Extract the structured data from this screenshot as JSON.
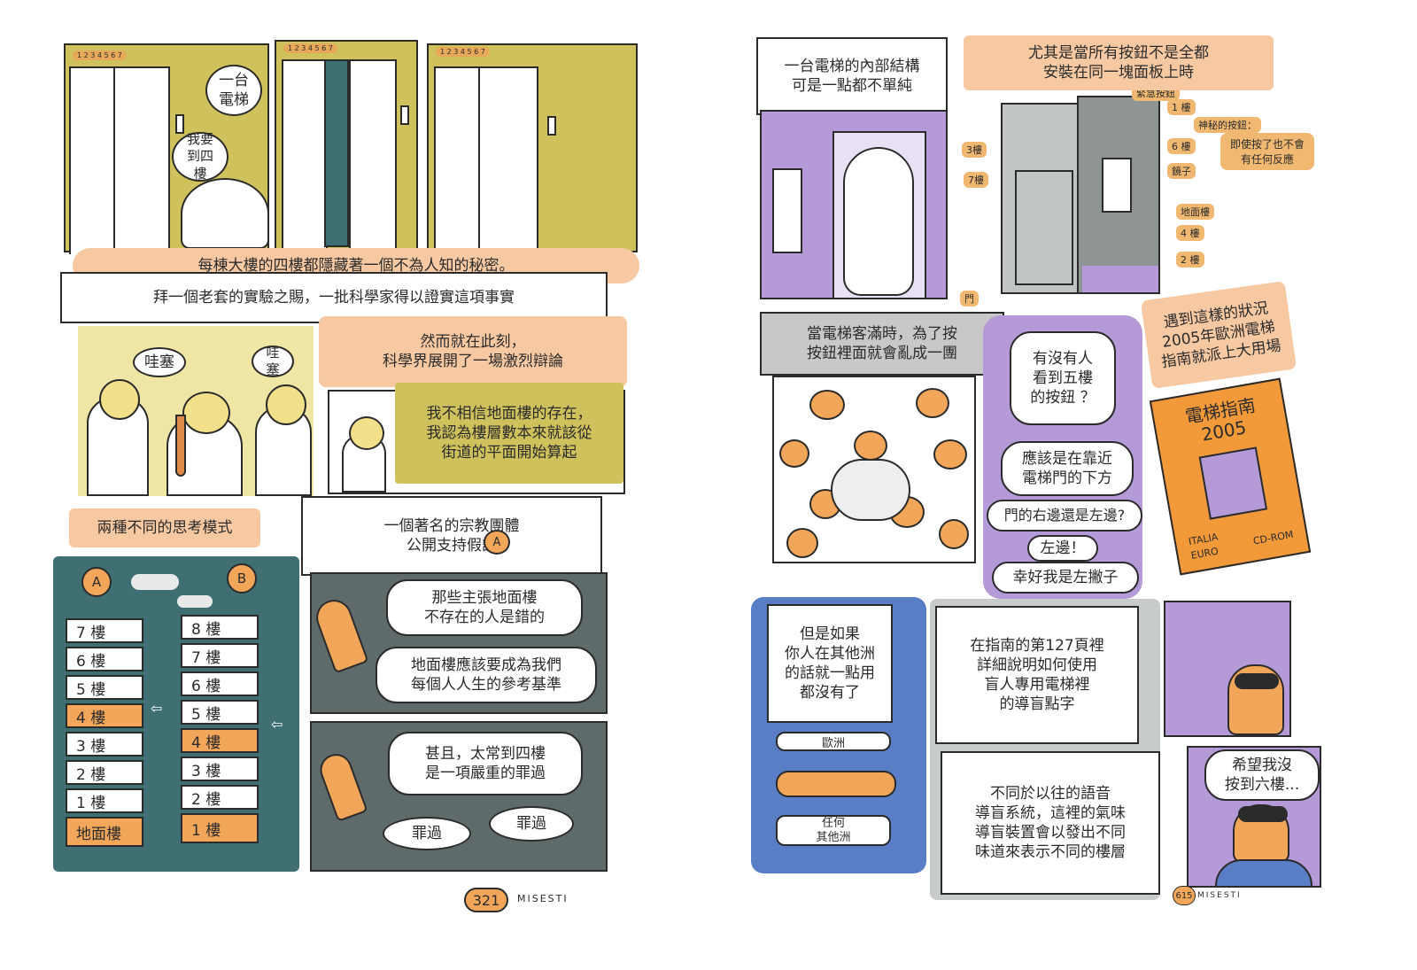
{
  "colors": {
    "olive": "#cfc15c",
    "peach": "#f7c9a3",
    "teal": "#3f6f72",
    "slate": "#5f6b6a",
    "purple": "#b49ad6",
    "blue": "#5a7ec6",
    "orange": "#f2a65a",
    "grey": "#8f9494"
  },
  "left": {
    "p1": {
      "bubble1": "一台\n電梯",
      "bubble2": "我要\n到四樓",
      "indicator1": "1 2 3 4 5 6 7",
      "indicator2": "1 2 3 4 5 6 7",
      "indicator3": "1 2 3 4 5 6 7"
    },
    "caption_secret": "每棟大樓的四樓都隱藏著一個不為人知的秘密。",
    "caption_experiment": "拜一個老套的實驗之賜，一批科學家得以證實這項事實",
    "p2": {
      "bubble1": "哇塞",
      "bubble2": "哇塞"
    },
    "caption_debate": "然而就在此刻，\n科學界展開了一場激烈辯論",
    "caption_disbelief": "我不相信地面樓的存在，\n我認為樓層數本來就該從\n街道的平面開始算起",
    "caption_two_modes": "兩種不同的思考模式",
    "caption_religious": "一個著名的宗教團體\n公開支持假設",
    "hyp_a": "A",
    "hyp_b": "B",
    "col_a_floors": [
      "7 樓",
      "6 樓",
      "5 樓",
      "4 樓",
      "3 樓",
      "2 樓",
      "1 樓",
      "地面樓"
    ],
    "col_b_floors": [
      "8 樓",
      "7 樓",
      "6 樓",
      "5 樓",
      "4 樓",
      "3 樓",
      "2 樓",
      "1 樓"
    ],
    "bubble_wrong": "那些主張地面樓\n不存在的人是錯的",
    "bubble_reference": "地面樓應該要成為我們\n每個人人生的參考基準",
    "bubble_sin": "甚且，太常到四樓\n是一項嚴重的罪過",
    "bubble_sin_a": "罪過",
    "bubble_sin_b": "罪過",
    "page_number": "321",
    "signature": "MISESTI"
  },
  "right": {
    "caption_structure": "一台電梯的內部結構\n可是一點都不單純",
    "caption_panels": "尤其是當所有按鈕不是全都\n安裝在同一塊面板上時",
    "label_emergency": "緊急按鈕",
    "label_1f": "1 樓",
    "label_secret": "神秘的按鈕：",
    "label_secret_note": "即使按了也不會\n有任何反應",
    "label_3f": "3樓",
    "label_6f": "6 樓",
    "label_mirror": "鏡子",
    "label_7f": "7樓",
    "label_ground": "地面樓",
    "label_4f": "4 樓",
    "label_2f": "2 樓",
    "label_door": "門",
    "caption_crowd": "當電梯客滿時，為了按\n按鈕裡面就會亂成一團",
    "bubble_5f": "有沒有人\n看到五樓\n的按鈕 ？",
    "bubble_near": "應該是在靠近\n電梯門的下方",
    "bubble_side": "門的右邊還是左邊?",
    "bubble_left": "左邊！",
    "bubble_lefty": "幸好我是左撇子",
    "caption_guide": "遇到這樣的狀況\n2005年歐洲電梯\n指南就派上大用場",
    "book_title": "電梯指南\n2005",
    "book_italia": "ITALIA",
    "book_euro": "EURO",
    "book_cdrom": "CD-ROM",
    "caption_other_continent": "但是如果\n你人在其他洲\n的話就一點用\n都沒有了",
    "arrow_europe": "歐洲",
    "arrow_other": "任何\n其他洲",
    "caption_page127": "在指南的第127頁裡\n詳細說明如何使用\n盲人專用電梯裡\n的導盲點字",
    "caption_smell": "不同於以往的語音\n導盲系統，這裡的氣味\n導盲裝置會以發出不同\n味道來表示不同的樓層",
    "bubble_sixth": "希望我沒\n按到六樓...",
    "page_number": "615",
    "signature": "MISESTI"
  }
}
